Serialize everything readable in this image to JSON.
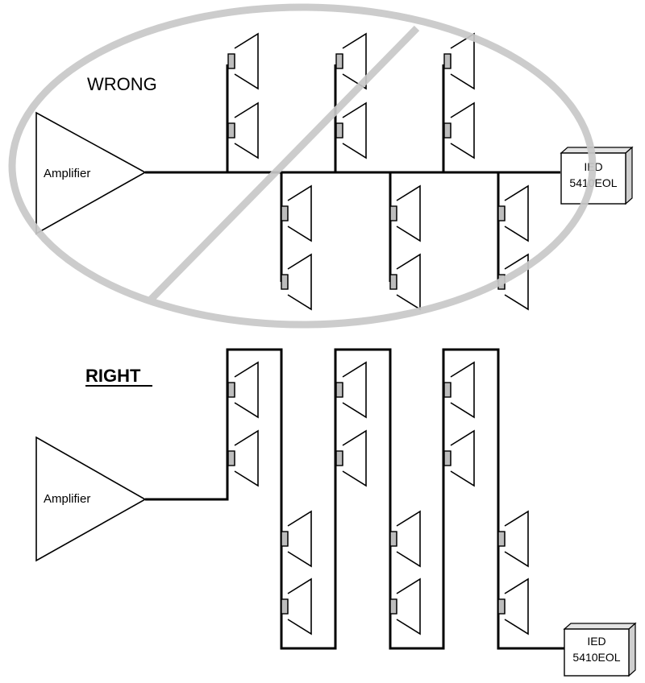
{
  "wrong": {
    "title": "WRONG",
    "amplifier_label": "Amplifier",
    "ied": {
      "line1": "IED",
      "line2": "5410EOL"
    }
  },
  "right": {
    "title": "RIGHT",
    "amplifier_label": "Amplifier",
    "ied": {
      "line1": "IED",
      "line2": "5410EOL"
    }
  },
  "colors": {
    "line": "#000000",
    "prohibition": "#c8c8c8",
    "speaker_magnet": "#bdbdbd",
    "box_shadow": "#dcdcdc"
  }
}
